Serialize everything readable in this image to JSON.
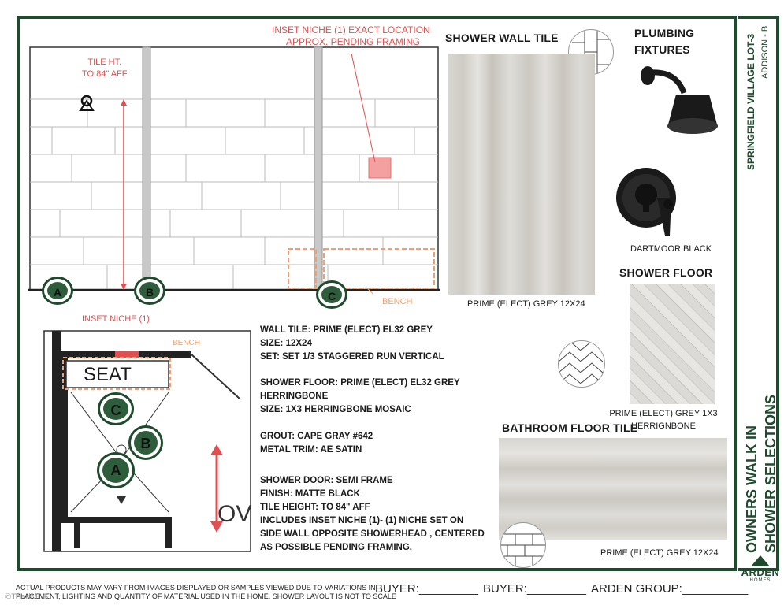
{
  "elevation": {
    "niche_note_line1": "INSET NICHE (1) EXACT LOCATION",
    "niche_note_line2": "APPROX. PENDING FRAMING",
    "tile_ht_line1": "TILE HT.",
    "tile_ht_line2": "TO 84\" AFF",
    "bench_label": "BENCH",
    "markers": [
      "A",
      "B",
      "C"
    ]
  },
  "plan": {
    "niche_label": "INSET NICHE (1)",
    "bench_label": "BENCH",
    "seat_label": "SEAT",
    "markers": [
      "C",
      "B",
      "A"
    ],
    "partial_text": "OV"
  },
  "specs": {
    "wall_tile": "WALL TILE: PRIME (ELECT) EL32 GREY",
    "size": "SIZE: 12X24",
    "set": "SET: SET 1/3 STAGGERED RUN VERTICAL",
    "floor_line1": "SHOWER FLOOR: PRIME (ELECT) EL32 GREY",
    "floor_line2": "HERRINGBONE",
    "floor_size": "SIZE: 1X3 HERRINGBONE MOSAIC",
    "grout": "GROUT: CAPE GRAY #642",
    "trim": "METAL TRIM: AE SATIN",
    "door": "SHOWER DOOR: SEMI FRAME",
    "finish": "FINISH: MATTE BLACK",
    "tile_height": "TILE HEIGHT: TO 84\" AFF",
    "niche_line1": "INCLUDES INSET NICHE (1)-  (1)  NICHE SET ON",
    "niche_line2": "SIDE WALL OPPOSITE SHOWERHEAD , CENTERED",
    "niche_line3": "AS POSSIBLE PENDING FRAMING."
  },
  "materials": {
    "wall_tile_title": "SHOWER WALL TILE",
    "wall_tile_caption": "PRIME (ELECT) GREY 12X24",
    "plumbing_title_line1": "PLUMBING",
    "plumbing_title_line2": "FIXTURES",
    "plumbing_caption": "DARTMOOR BLACK",
    "shower_floor_title": "SHOWER FLOOR",
    "shower_floor_caption_line1": "PRIME (ELECT) GREY 1X3",
    "shower_floor_caption_line2": "HERRIGNBONE",
    "bath_floor_title": "BATHROOM FLOOR TILE",
    "bath_floor_caption": "PRIME (ELECT) GREY 12X24"
  },
  "side": {
    "project": "SPRINGFIELD VILLAGE LOT-3",
    "plan": "ADDISON - B",
    "title_line1": "OWNERS WALK IN",
    "title_line2": "SHOWER SELECTIONS",
    "logo_name": "ARDEN",
    "logo_sub": "HOMES"
  },
  "footer": {
    "disclaimer_line1": "ACTUAL PRODUCTS MAY VARY FROM IMAGES DISPLAYED OR SAMPLES VIEWED DUE TO VARIATIONS IN",
    "disclaimer_line2": "PLACEMENT, LIGHTING AND QUANTITY OF MATERIAL USED IN THE HOME. SHOWER LAYOUT IS NOT TO SCALE",
    "buyer1": "BUYER:_________",
    "buyer2": "BUYER:_________",
    "arden_group": "ARDEN GROUP:__________",
    "watermark": "©TriadMLS"
  },
  "colors": {
    "brand_green": "#1f4a2e",
    "niche_red": "#f4a0a0",
    "bench_orange": "#f0a070",
    "note_red": "#e05050"
  }
}
